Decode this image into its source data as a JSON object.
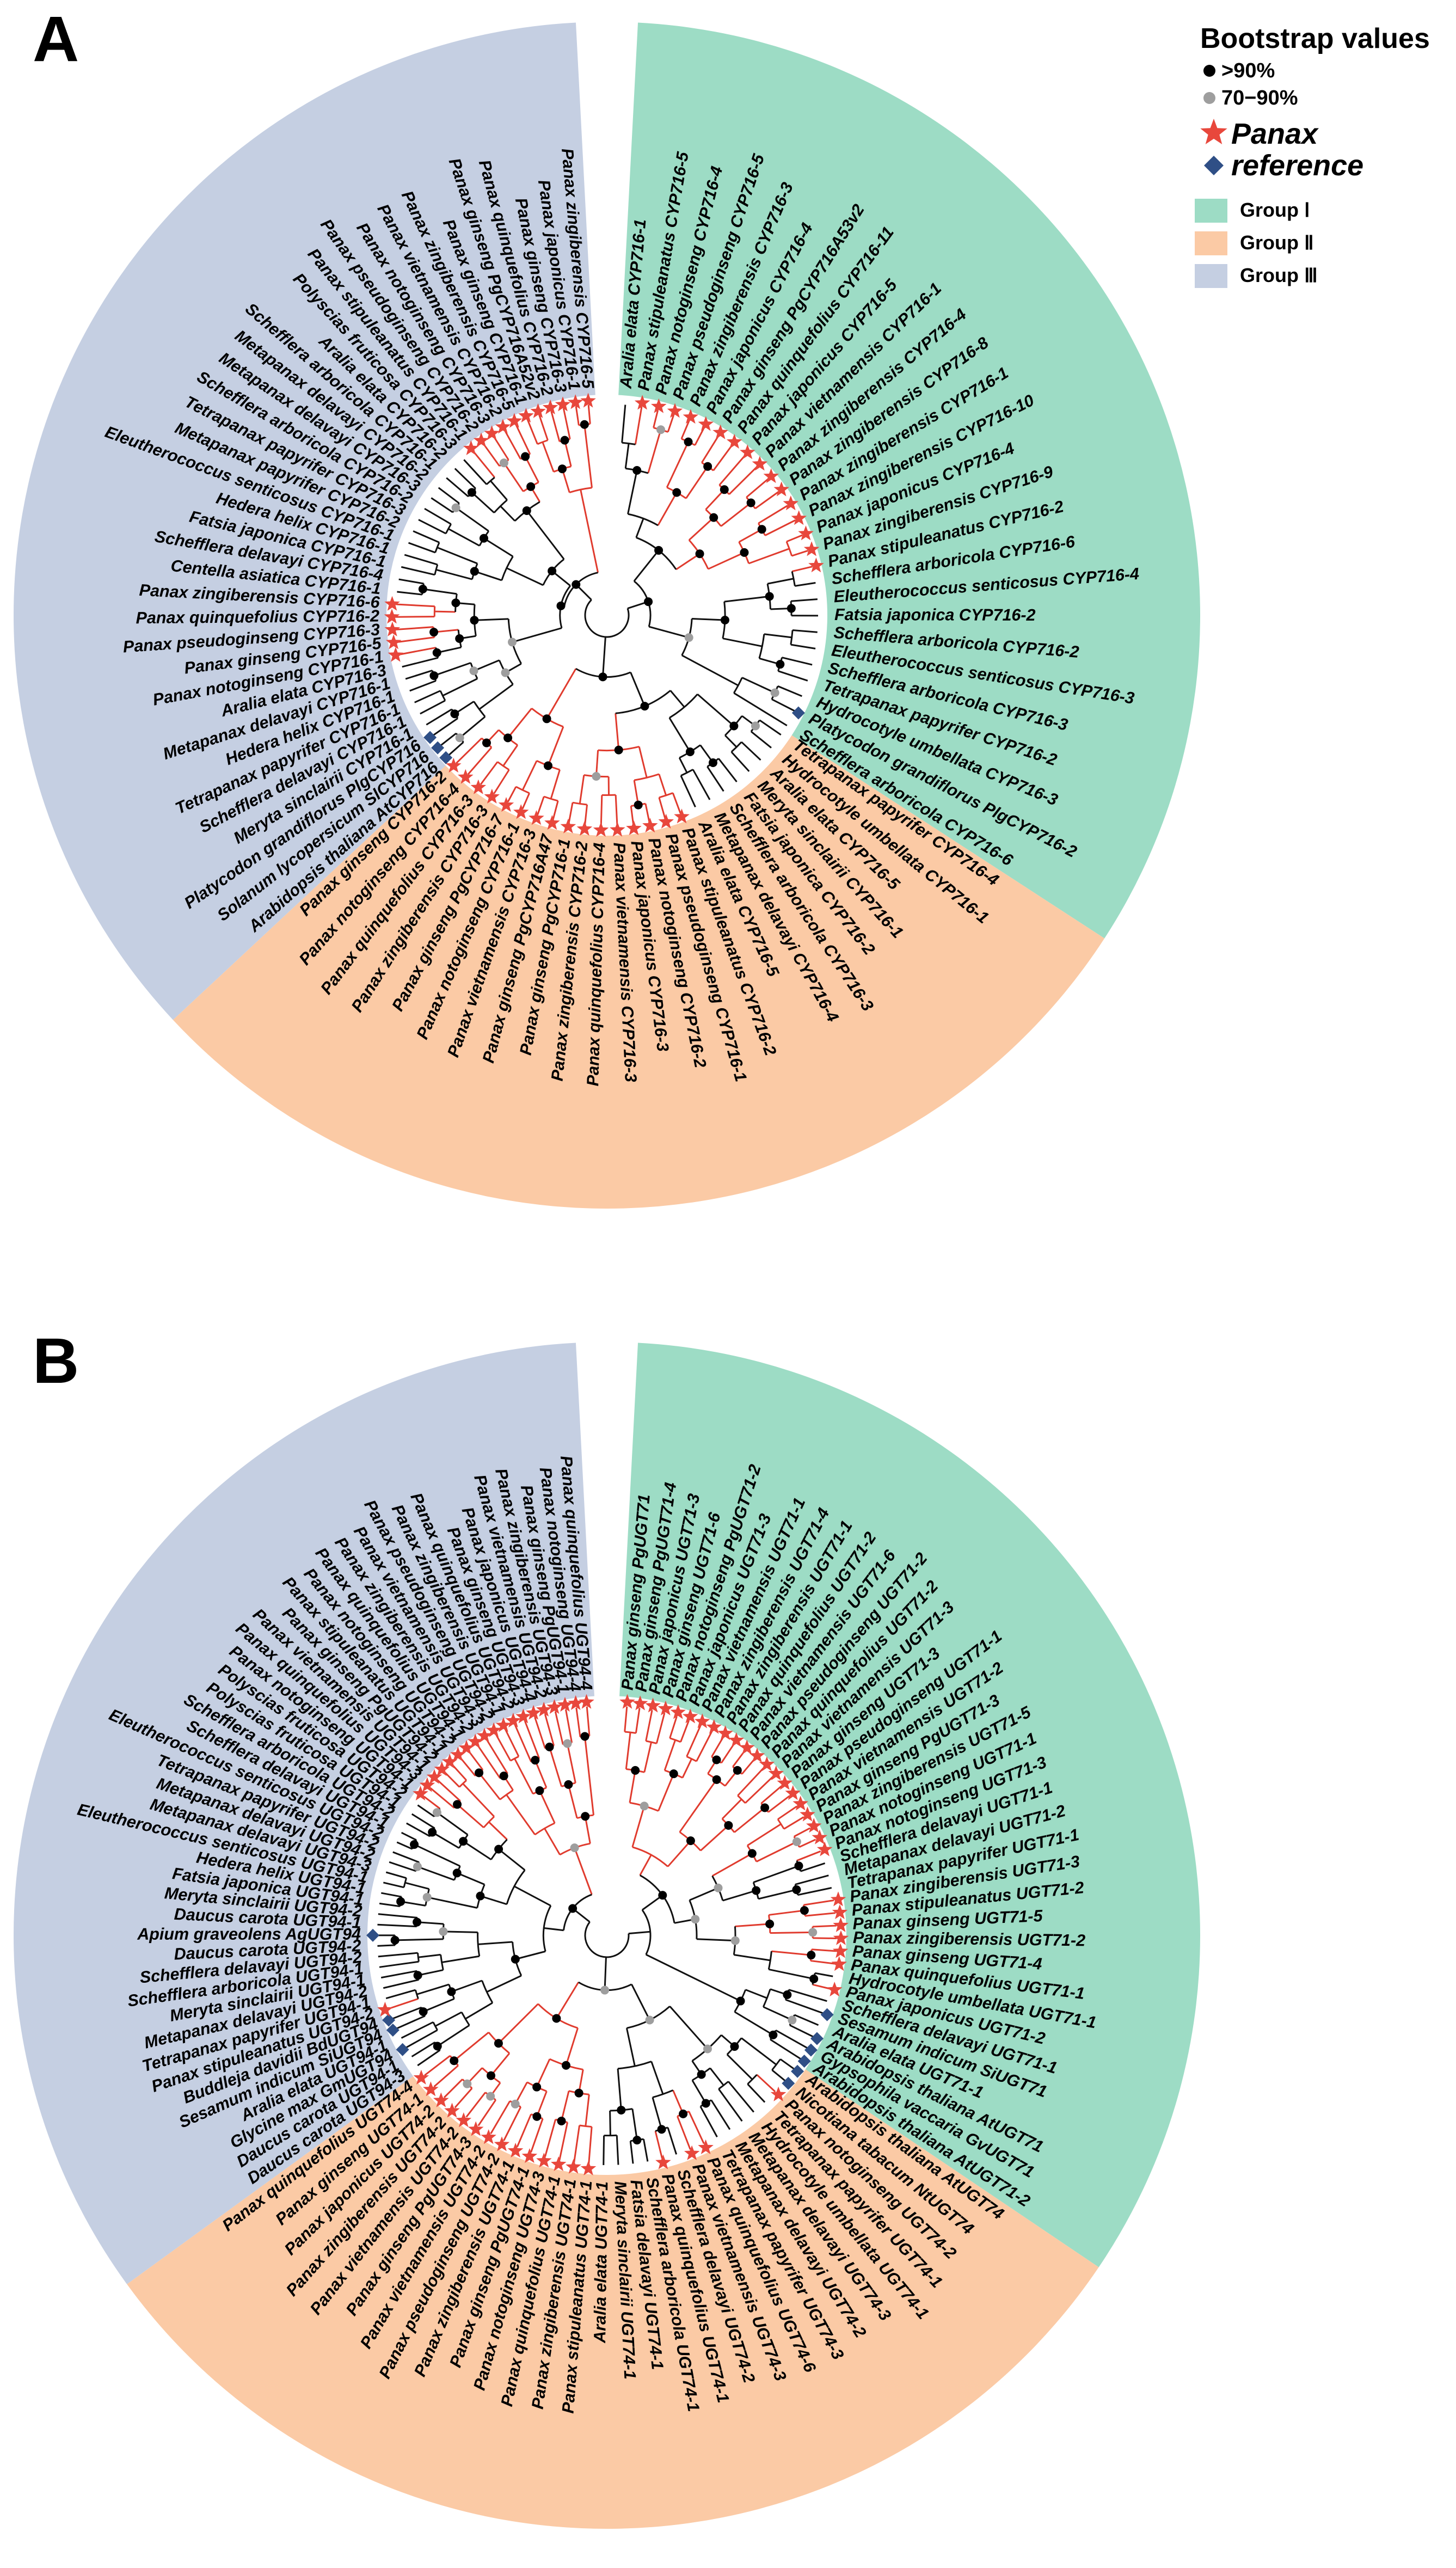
{
  "panels": [
    {
      "label": "A",
      "groups": [
        {
          "key": "I",
          "color": "#9ddcc5"
        },
        {
          "key": "II",
          "color": "#fbcaa5"
        },
        {
          "key": "III",
          "color": "#c5cfe2"
        }
      ],
      "leaves_group_I": [
        "Aralia elata CYP716-1",
        "Panax stipuleanatus CYP716-5",
        "Panax notoginseng CYP716-4",
        "Panax pseudoginseng CYP716-5",
        "Panax zingiberensis CYP716-3",
        "Panax japonicus CYP716-4",
        "Panax ginseng PgCYP716A53v2",
        "Panax quinquefolius CYP716-11",
        "Panax japonicus CYP716-5",
        "Panax vietnamensis CYP716-1",
        "Panax zingiberensis CYP716-4",
        "Panax zingiberensis CYP716-8",
        "Panax zingiberensis CYP716-1",
        "Panax zingiberensis CYP716-10",
        "Panax japonicus CYP716-4",
        "Panax zingiberensis CYP716-9",
        "Panax stipuleanatus CYP716-2",
        "Schefflera arboricola CYP716-6",
        "Eleutherococcus senticosus CYP716-4",
        "Fatsia japonica CYP716-2",
        "Schefflera arboricola CYP716-2",
        "Eleutherococcus senticosus CYP716-3",
        "Schefflera arboricola CYP716-3",
        "Tetrapanax papyrifer CYP716-2",
        "Hydrocotyle umbellata CYP716-3",
        "Platycodon grandiflorus PlgCYP716-2",
        "Schefflera arboricola CYP716-6"
      ],
      "leaves_group_II": [
        "Tetrapanax papyrifer CYP716-4",
        "Hydrocotyle umbellata CYP716-1",
        "Aralia elata CYP716-5",
        "Meryta sinclairii CYP716-1",
        "Fatsia japonica CYP716-2",
        "Schefflera arboricola CYP716-3",
        "Metapanax delavayi CYP716-4",
        "Aralia elata CYP716-5",
        "Panax stipuleanatus CYP716-2",
        "Panax pseudoginseng CYP716-1",
        "Panax notoginseng CYP716-2",
        "Panax japonicus CYP716-3",
        "Panax vietnamensis CYP716-3",
        "Panax quinquefolius CYP716-4",
        "Panax zingiberensis CYP716-2",
        "Panax ginseng PgCYP716-1",
        "Panax ginseng PgCYP716A47",
        "Panax vietnamensis CYP716-3",
        "Panax notoginseng CYP716-1",
        "Panax ginseng PgCYP716-7",
        "Panax zingiberensis CYP716-3",
        "Panax quinquefolius CYP716-3",
        "Panax notoginseng CYP716-4",
        "Panax ginseng CYP716-2"
      ],
      "leaves_group_III": [
        "Arabidopsis thaliana AtCYP716",
        "Solanum lycopersicum SlCYP716",
        "Platycodon grandiflorus PlgCYP716",
        "Meryta sinclairii CYP716-1",
        "Schefflera delavayi CYP716-1",
        "Tetrapanax papyrifer CYP716-1",
        "Hedera helix CYP716-1",
        "Metapanax delavayi CYP716-1",
        "Aralia elata CYP716-3",
        "Panax notoginseng CYP716-1",
        "Panax ginseng CYP716-5",
        "Panax pseudoginseng CYP716-3",
        "Panax quinquefolius CYP716-2",
        "Panax zingiberensis CYP716-6",
        "Centella asiatica CYP716-1",
        "Schefflera delavayi CYP716-4",
        "Fatsia japonica CYP716-1",
        "Hedera helix CYP716-1",
        "Eleutherococcus senticosus CYP716-1",
        "Metapanax papyrifer CYP716-2",
        "Tetrapanax papyrifer CYP716-3",
        "Schefflera arboricola CYP716-2",
        "Metapanax delavayi CYP716-3",
        "Metapanax delavayi CYP716-2",
        "Schefflera arboricola CYP716-1",
        "Aralia elata CYP716-2",
        "Polyscias fruticosa CYP716-3",
        "Panax stipuleanatus CYP716-1",
        "Panax pseudoginseng CYP716-2",
        "Panax notoginseng CYP716-3",
        "Panax vietnamensis CYP716-2",
        "Panax zingiberensis CYP716-5",
        "Panax ginseng CYP716-1",
        "Panax ginseng PgCYP716A52v2",
        "Panax quinquefolius CYP716-2",
        "Panax ginseng CYP716-3",
        "Panax japonicus CYP716-1",
        "Panax zingiberensis CYP716-5"
      ]
    },
    {
      "label": "B",
      "groups": [
        {
          "key": "I",
          "color": "#9ddcc5"
        },
        {
          "key": "II",
          "color": "#fbcaa5"
        },
        {
          "key": "III",
          "color": "#c5cfe2"
        }
      ],
      "leaves_group_I": [
        "Panax ginseng PgUGT71",
        "Panax ginseng PgUGT71-4",
        "Panax japonicus UGT71-3",
        "Panax ginseng UGT71-6",
        "Panax notoginseng PgUGT71-2",
        "Panax japonicus UGT71-3",
        "Panax vietnamensis UGT71-1",
        "Panax zingiberensis UGT71-4",
        "Panax zingiberensis UGT71-1",
        "Panax quinquefolius UGT71-2",
        "Panax vietnamensis UGT71-6",
        "Panax pseudoginseng UGT71-2",
        "Panax quinquefolius UGT71-2",
        "Panax vietnamensis UGT71-3",
        "Panax ginseng UGT71-3",
        "Panax pseudoginseng UGT71-1",
        "Panax vietnamensis UGT71-2",
        "Panax ginseng PgUGT71-3",
        "Panax zingiberensis UGT71-5",
        "Panax notoginseng UGT71-1",
        "Panax notoginseng UGT71-3",
        "Schefflera delavayi UGT71-1",
        "Metapanax delavayi UGT71-2",
        "Tetrapanax papyrifer UGT71-1",
        "Panax zingiberensis UGT71-3",
        "Panax stipuleanatus UGT71-2",
        "Panax ginseng UGT71-5",
        "Panax zingiberensis UGT71-2",
        "Panax ginseng UGT71-4",
        "Panax quinquefolius UGT71-1",
        "Hydrocotyle umbellata UGT71-1",
        "Panax japonicus UGT71-2",
        "Schefflera delavayi UGT71-1",
        "Sesamum indicum SiUGT71",
        "Aralia elata UGT71-1",
        "Arabidopsis thaliana AtUGT71",
        "Gypsophila vaccaria GvUGT71",
        "Arabidopsis thaliana AtUGT71-2"
      ],
      "leaves_group_II": [
        "Arabidopsis thaliana AtUGT74",
        "Nicotiana tabacum NtUGT74",
        "Panax notoginseng UGT74-2",
        "Tetrapanax papyrifer UGT74-1",
        "Hydrocotyle umbellata UGT74-1",
        "Metapanax delavayi UGT74-3",
        "Metapanax delavayi UGT74-2",
        "Tetrapanax papyrifer UGT74-3",
        "Panax quinquefolius UGT74-6",
        "Panax vietnamensis UGT74-3",
        "Schefflera delavayi UGT74-2",
        "Panax quinquefolius UGT74-1",
        "Schefflera arboricola UGT74-1",
        "Fatsia delavayi UGT74-1",
        "Meryta sinclairii UGT74-1",
        "Aralia elata UGT74-1",
        "Panax stipuleanatus UGT74-1",
        "Panax zingiberensis UGT74-1",
        "Panax quinquefolius UGT74-1",
        "Panax notoginseng UGT74-3",
        "Panax ginseng PgUGT74-1",
        "Panax zingiberensis UGT74-1",
        "Panax pseudoginseng UGT74-2",
        "Panax vietnamensis UGT74-2",
        "Panax ginseng PgUGT74-3",
        "Panax vietnamensis UGT74-2",
        "Panax zingiberensis UGT74-2",
        "Panax japonicus UGT74-2",
        "Panax ginseng UGT74-1",
        "Panax quinquefolius UGT74-4"
      ],
      "leaves_group_III": [
        "Daucus carota UGT94-3",
        "Daucus carota UGT94-1",
        "Glycine max GmUGT94",
        "Aralia elata UGT94-1",
        "Sesamum indicum SiUGT94",
        "Buddleja davidii BdUGT94",
        "Panax stipuleanatus UGT94-2",
        "Tetrapanax papyrifer UGT94-1",
        "Metapanax delavayi UGT94-2",
        "Meryta sinclairii UGT94-1",
        "Schefflera arboricola UGT94-1",
        "Schefflera delavayi UGT94-2",
        "Daucus carota UGT94-2",
        "Apium graveolens AgUGT94",
        "Daucus carota UGT94-1",
        "Meryta sinclairii UGT94-2",
        "Fatsia japonica UGT94-1",
        "Hedera helix UGT94-1",
        "Eleutherococcus senticosus UGT94-1",
        "Metapanax delavayi UGT94-3",
        "Metapanax delavayi UGT94-2",
        "Tetrapanax papyrifer UGT94-2",
        "Eleutherococcus senticosus UGT94-2",
        "Schefflera delavayi UGT94-1",
        "Schefflera arboricola UGT94-2",
        "Polyscias fruticosa UGT94-1",
        "Polyscias fruticosa UGT94-2",
        "Panax notoginseng UGT94-1",
        "Panax quinquefolius UGT94-3",
        "Panax vietnamensis UGT94-1",
        "Panax ginseng PgUGT94-2",
        "Panax stipuleanatus UGT94-1",
        "Panax notoginseng UGT94-2",
        "Panax quinquefolius UGT94-1",
        "Panax zingiberensis UGT94-2",
        "Panax vietnamensis UGT94-3",
        "Panax pseudoginseng UGT94-2",
        "Panax zingiberensis UGT94-1"
      ],
      "leaves_group_III_inner": [
        "Panax quinquefolius UGT94-2",
        "Panax ginseng UGT94-3",
        "Panax japonicus UGT94-4",
        "Panax vietnamensis UGT94-2",
        "Panax zingiberensis UGT94-3",
        "Panax ginseng PgUGT94-1",
        "Panax notoginseng UGT94-4",
        "Panax quinquefolius UGT94-4"
      ]
    }
  ],
  "legend": {
    "title": "Bootstrap values",
    "bootstrap": [
      {
        "label": ">90%",
        "color": "#000000"
      },
      {
        "label": "70−90%",
        "color": "#9e9e9e"
      }
    ],
    "markers": [
      {
        "label": "Panax",
        "symbol": "★",
        "color": "#e8473c"
      },
      {
        "label": "reference",
        "symbol": "◆",
        "color": "#2f4f86"
      }
    ],
    "groups": [
      {
        "label": "Group Ⅰ",
        "color": "#9ddcc5"
      },
      {
        "label": "Group Ⅱ",
        "color": "#fbcaa5"
      },
      {
        "label": "Group Ⅲ",
        "color": "#c5cfe2"
      }
    ]
  }
}
